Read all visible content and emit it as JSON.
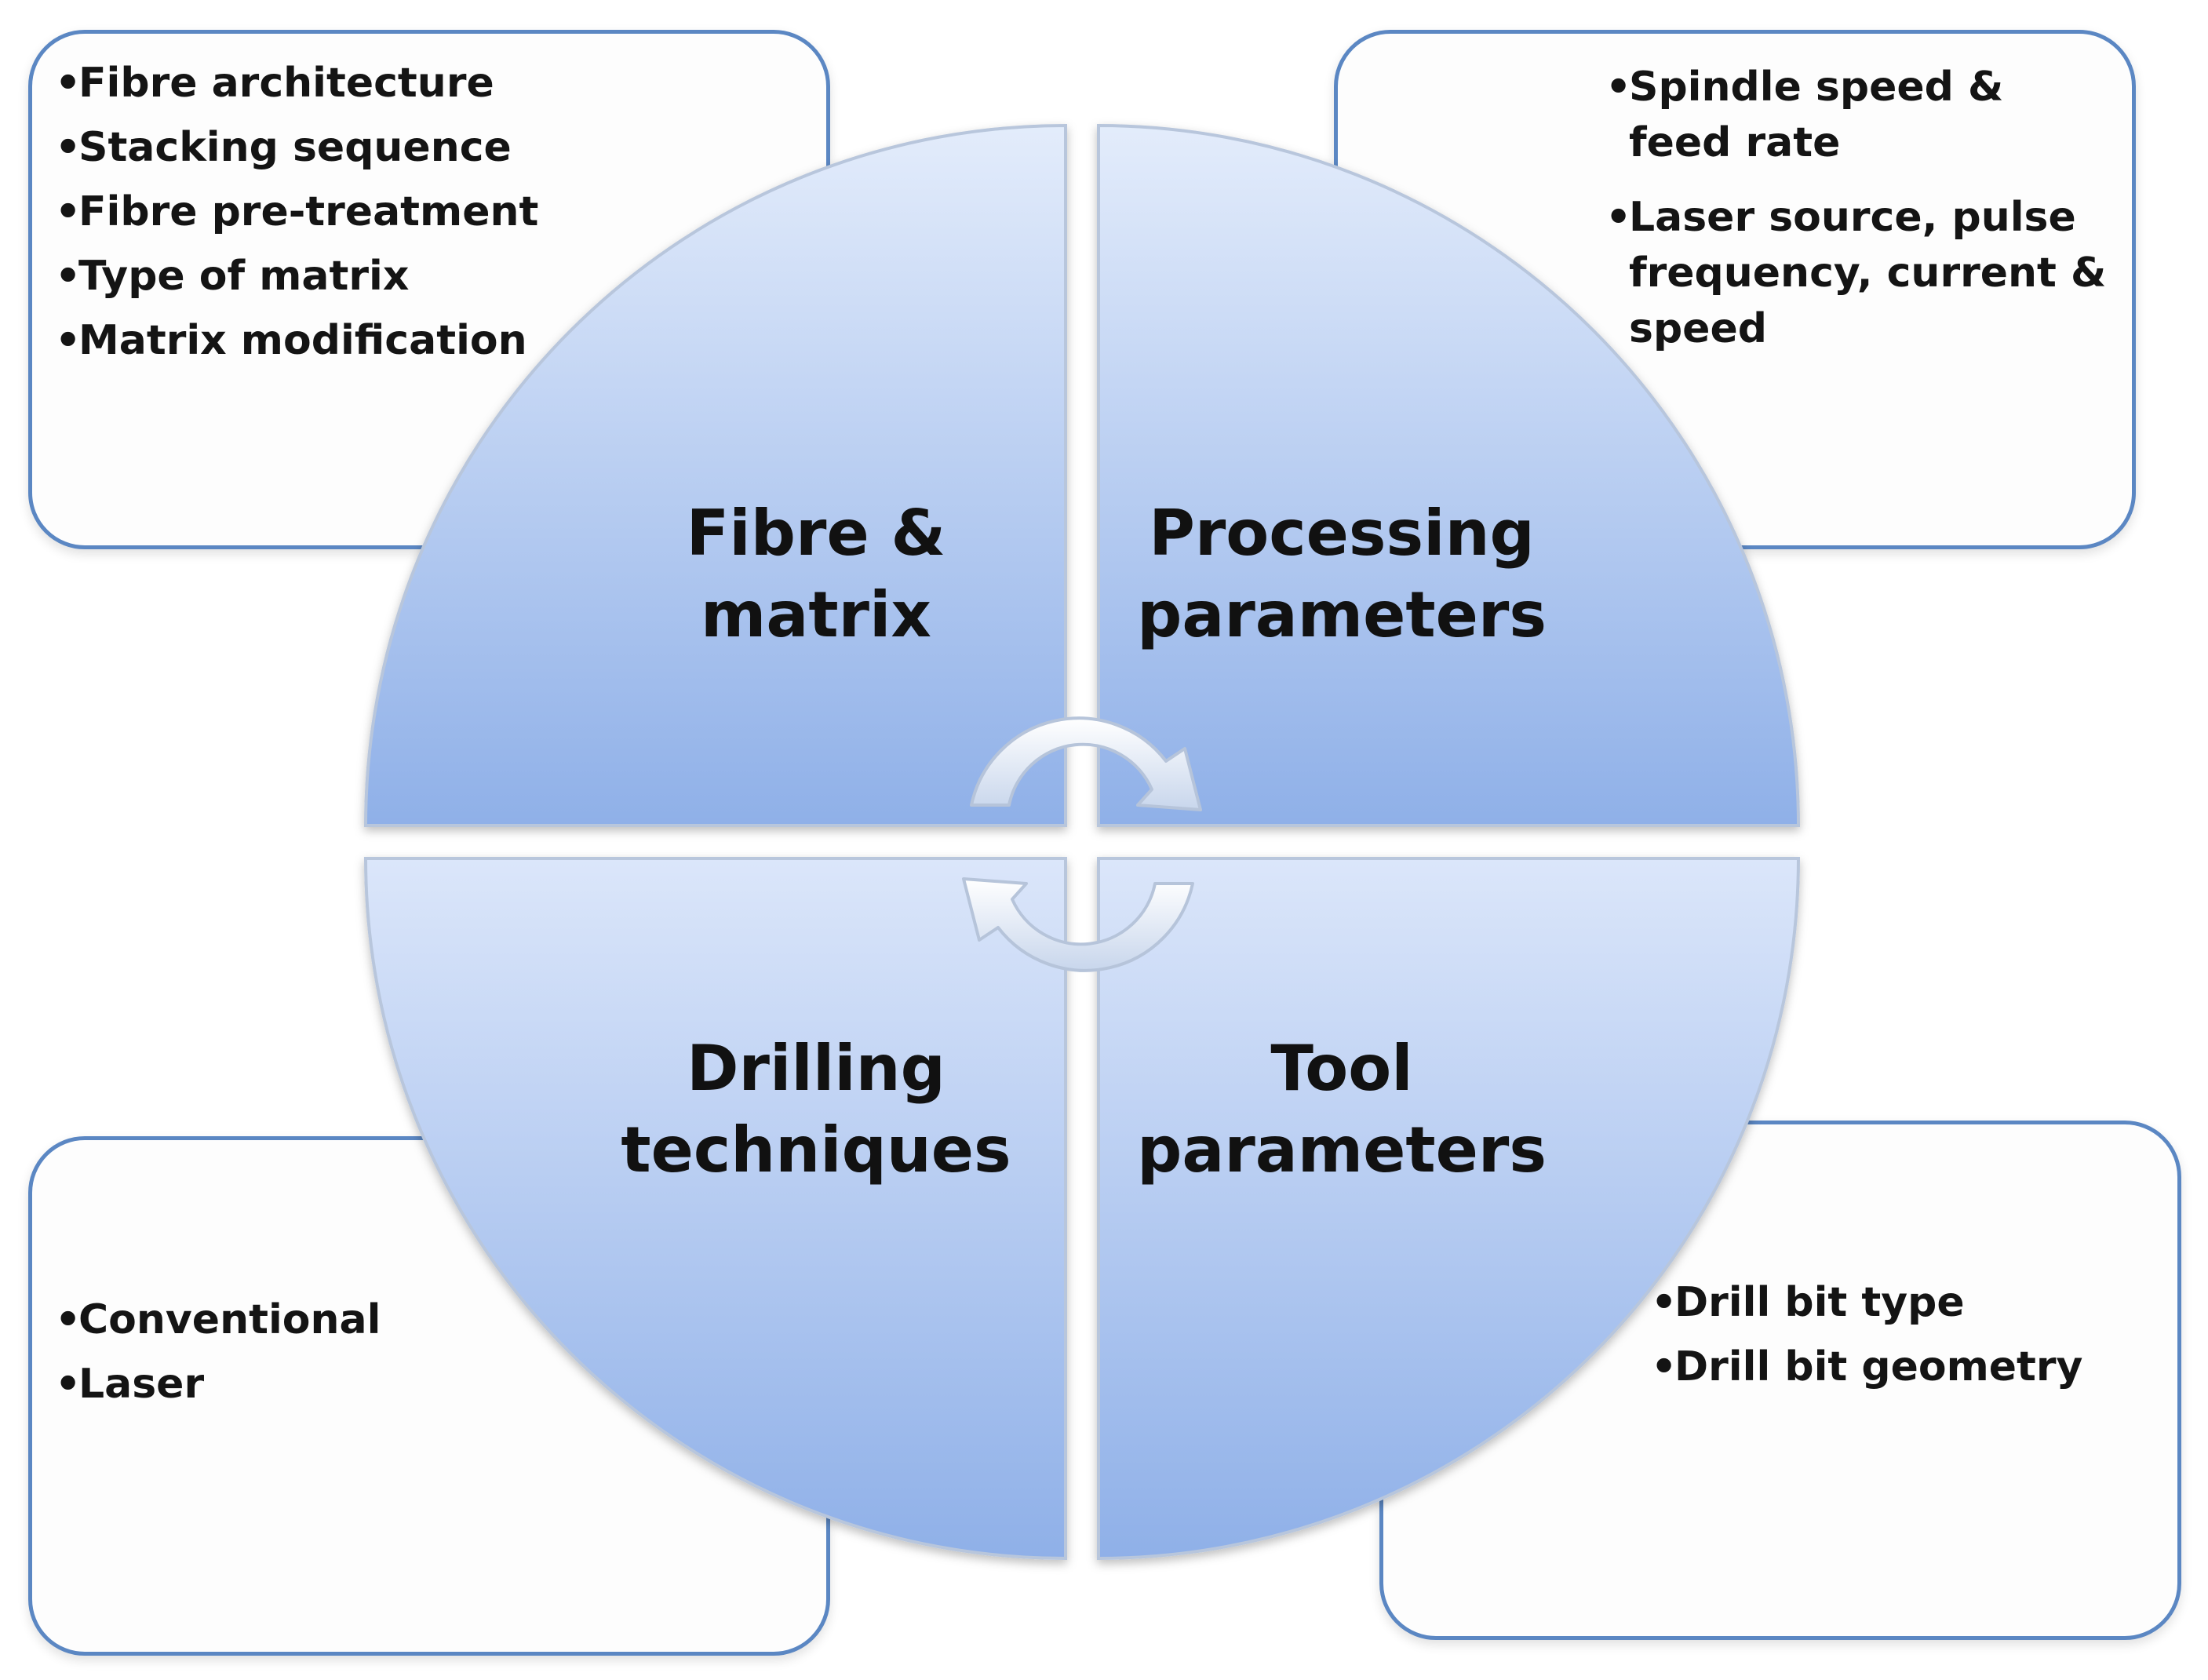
{
  "quadrants": {
    "top_left": {
      "title": "Fibre &\nmatrix",
      "items": [
        "Fibre architecture",
        "Stacking sequence",
        "Fibre pre-treatment",
        "Type of matrix",
        "Matrix modification"
      ]
    },
    "top_right": {
      "title": "Processing\nparameters",
      "items": [
        "Spindle speed & feed rate",
        "Laser source, pulse frequency, current & speed"
      ]
    },
    "bottom_left": {
      "title": "Drilling\ntechniques",
      "items": [
        "Conventional",
        "Laser"
      ]
    },
    "bottom_right": {
      "title": "Tool\nparameters",
      "items": [
        "Drill bit type",
        "Drill bit geometry"
      ]
    }
  },
  "bullet": "•",
  "colors": {
    "box_border": "#5b87c3",
    "wheel_light": "#e3ecfb",
    "wheel_dark": "#8fb0e8",
    "wheel_edge": "#b8c6dc"
  },
  "icons": {
    "arrow_top": "curved-arrow-clockwise-icon",
    "arrow_bottom": "curved-arrow-counterclockwise-icon"
  }
}
